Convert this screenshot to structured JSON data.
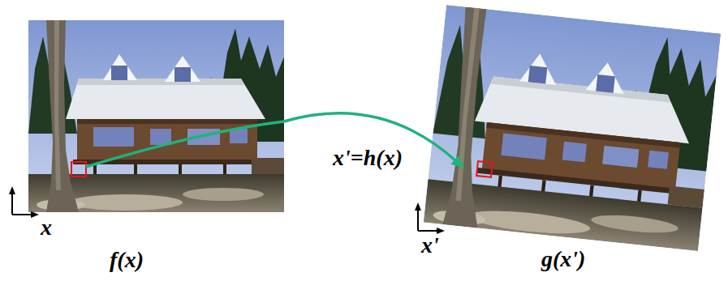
{
  "diagram": {
    "nodes": [
      {
        "text": [
          "f(x)"
        ]
      },
      {
        "text": [
          "g(x')"
        ]
      }
    ],
    "edges": [
      {
        "from": 0,
        "to": 1,
        "arrow": "to",
        "label": "x'=h(x)"
      }
    ],
    "labels": [
      "x",
      "x'"
    ]
  }
}
